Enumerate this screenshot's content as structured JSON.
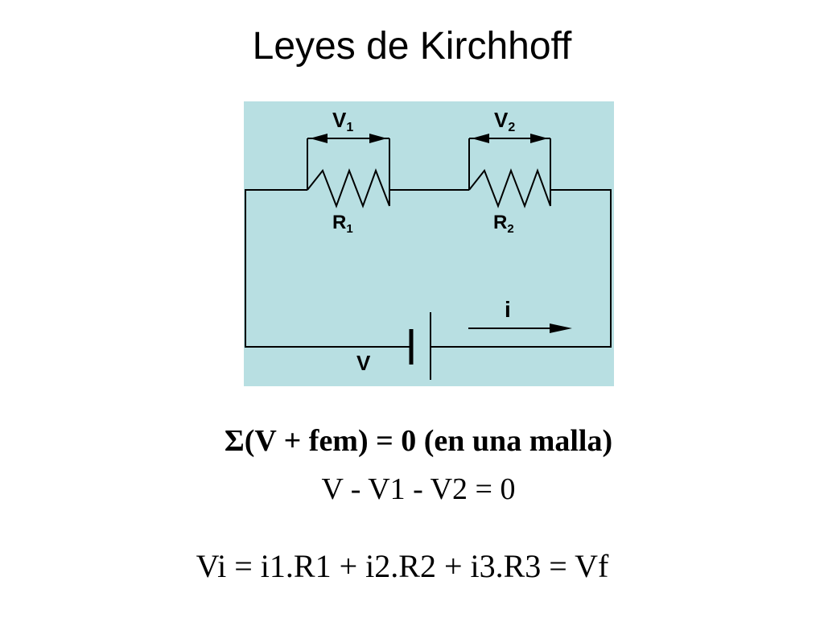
{
  "slide": {
    "title": "Leyes de Kirchhoff",
    "diagram": {
      "background": "#b8dfe2",
      "labels": {
        "v1": "V",
        "v1_sub": "1",
        "v2": "V",
        "v2_sub": "2",
        "r1": "R",
        "r1_sub": "1",
        "r2": "R",
        "r2_sub": "2",
        "current": "i",
        "source": "V"
      }
    },
    "equations": {
      "law": "Σ(V + fem) = 0 (en una malla)",
      "mesh": "V - V1 - V2 = 0",
      "series": "Vi = i1.R1 + i2.R2 + i3.R3 = Vf"
    }
  }
}
